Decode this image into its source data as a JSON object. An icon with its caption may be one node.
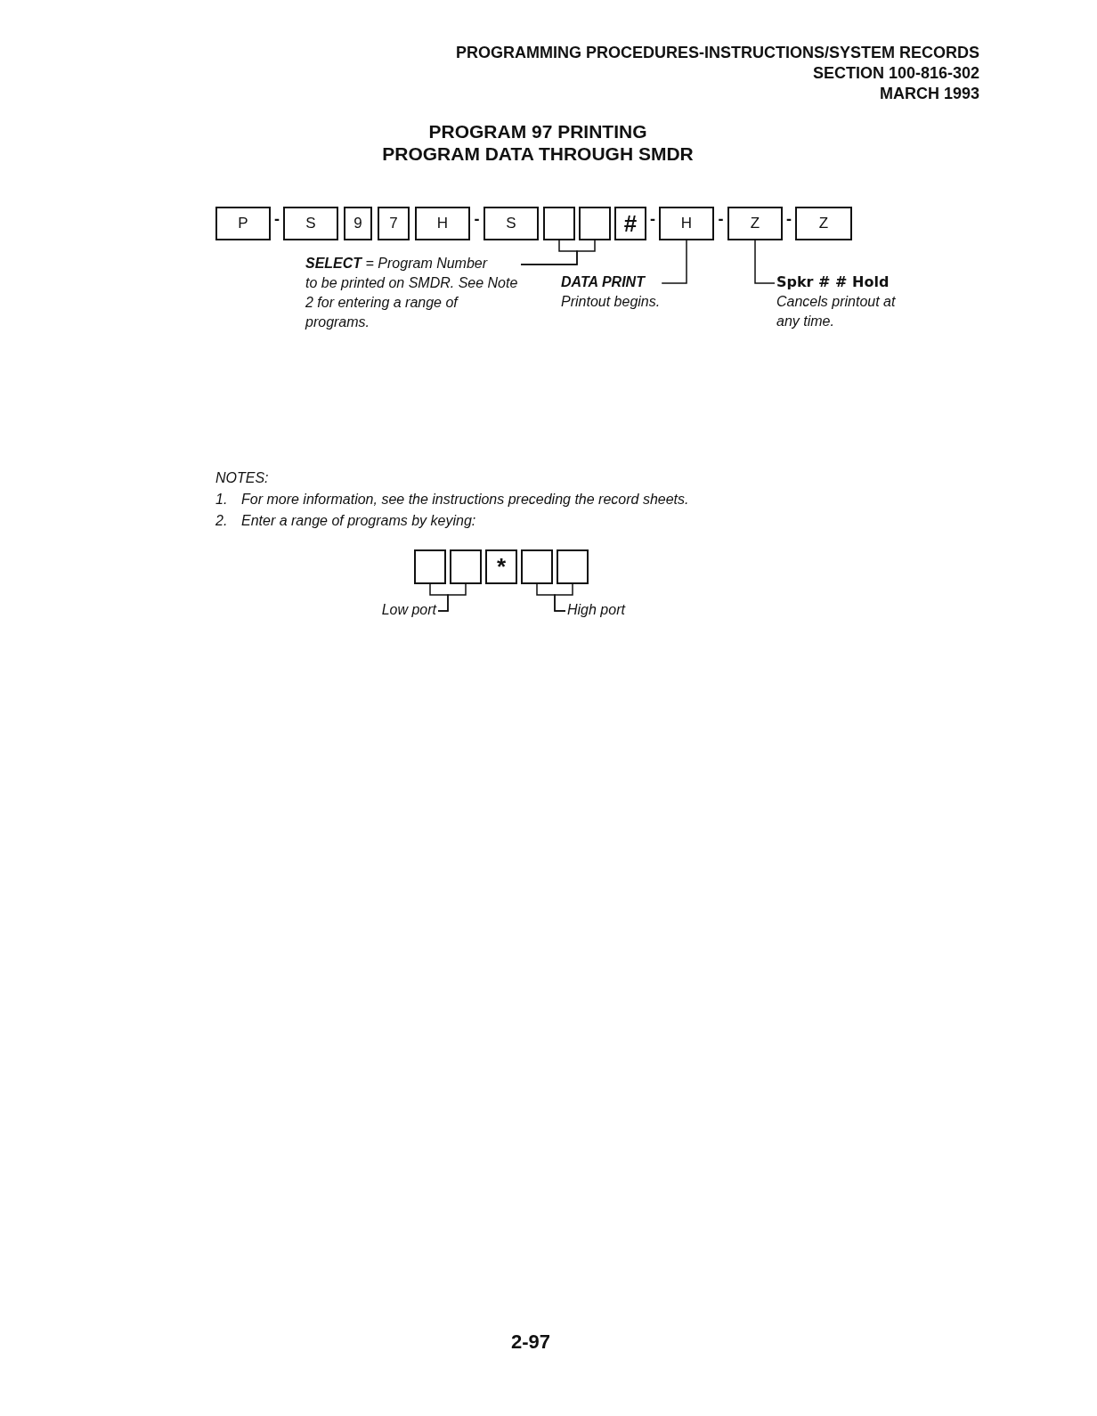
{
  "diagram": {
    "title": "PROGRAM 97 PRINTING PROGRAM DATA THROUGH SMDR",
    "nodes": [
      {
        "text": [
          "P"
        ]
      },
      {
        "text": [
          "S"
        ]
      },
      {
        "text": [
          "9"
        ]
      },
      {
        "text": [
          "7"
        ]
      },
      {
        "text": [
          "H"
        ]
      },
      {
        "text": [
          "S"
        ]
      },
      {
        "text": [],
        "shape": "box"
      },
      {
        "text": [],
        "shape": "box"
      },
      {
        "text": [
          "#"
        ]
      },
      {
        "text": [
          "H"
        ]
      },
      {
        "text": [
          "Z"
        ]
      },
      {
        "text": [
          "Z"
        ]
      },
      {
        "text": [
          "**SELECT** = Program Number",
          "to be printed on SMDR. See Note 2 for entering a range of programs."
        ]
      },
      {
        "text": [
          "DATA PRINT",
          "Printout begins."
        ]
      },
      {
        "text": [
          "Spkr # # Hold",
          "Cancels printout at any time."
        ]
      },
      {
        "text": [],
        "shape": "box"
      },
      {
        "text": [],
        "shape": "box"
      },
      {
        "text": [
          "*"
        ]
      },
      {
        "text": [],
        "shape": "box"
      },
      {
        "text": [],
        "shape": "box"
      },
      {
        "text": [
          "Low port"
        ]
      },
      {
        "text": [
          "High port"
        ]
      }
    ],
    "edges": [
      {
        "from": 12,
        "to": 6,
        "arrow": "none"
      },
      {
        "from": 12,
        "to": 7,
        "arrow": "none"
      },
      {
        "from": 13,
        "to": 9,
        "arrow": "none"
      },
      {
        "from": 14,
        "to": 10,
        "arrow": "none"
      },
      {
        "from": 20,
        "to": 15,
        "arrow": "none"
      },
      {
        "from": 20,
        "to": 16,
        "arrow": "none"
      },
      {
        "from": 21,
        "to": 18,
        "arrow": "none"
      },
      {
        "from": 21,
        "to": 19,
        "arrow": "none"
      }
    ],
    "labels": [
      "PROGRAMMING PROCEDURES-INSTRUCTIONS/SYSTEM RECORDS",
      "SECTION 100-816-302",
      "MARCH 1993",
      "-",
      "-",
      "-",
      "-",
      "-",
      "NOTES:",
      "1.",
      "For more information, see the instructions preceding the record sheets.",
      "2.",
      "Enter a range of programs by keying:",
      "2-97"
    ]
  }
}
